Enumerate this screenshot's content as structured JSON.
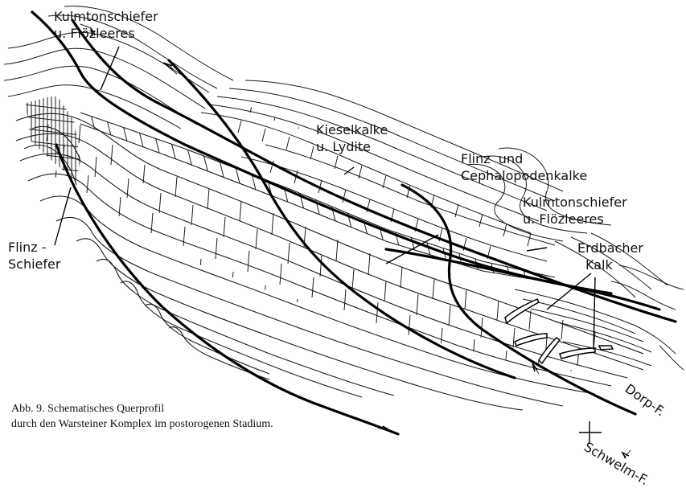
{
  "labels": {
    "kulm_top_1": "Kulmtonschiefer",
    "kulm_top_2": "u. Flözleeres",
    "kiesel_1": "Kieselkalke",
    "kiesel_2": "u. Lydite",
    "flinz_cephal_1": "Flinz  und",
    "flinz_cephal_2": "Cephalopodenkalke",
    "kulm_right_1": "Kulmtonschiefer",
    "kulm_right_2": "u. Flözleeres",
    "erdbacher_1": "Erdbacher",
    "erdbacher_2": "Kalk",
    "flinz_schiefer_1": "Flinz -",
    "flinz_schiefer_2": "Schiefer",
    "dorp": "Dorp-F.",
    "schwelm": "Schwelm-F."
  },
  "caption": {
    "line1": "Abb. 9. Schematisches Querprofil",
    "line2": "durch den Warsteiner Komplex im postorogenen Stadium."
  }
}
